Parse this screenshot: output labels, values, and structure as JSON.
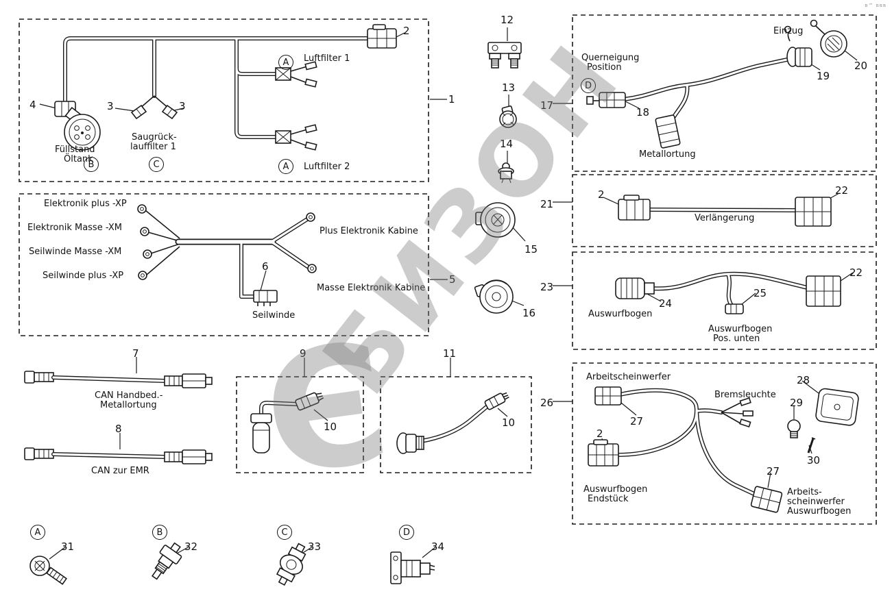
{
  "page": {
    "background": "#ffffff",
    "line_color": "#1a1a1a"
  },
  "watermark": {
    "text": "БИЗОН",
    "logo_glyph": "Є",
    "color": "#787878"
  },
  "corner_mark": "в™ ввв",
  "harness1": {
    "callout": "1",
    "n2": "2",
    "n3a": "3",
    "n3b": "3",
    "n4": "4",
    "circle_a1": "A",
    "circle_a2": "A",
    "circle_b": "B",
    "circle_c": "C",
    "luftfilter1": "Luftfilter 1",
    "luftfilter2": "Luftfilter 2",
    "fuellstand_line1": "Füllstand",
    "fuellstand_line2": "Öltank",
    "saugrueck_line1": "Saugrück-",
    "saugrueck_line2": "lauffilter 1"
  },
  "harness5": {
    "callout": "5",
    "n6": "6",
    "elektronik_plus": "Elektronik plus -XP",
    "elektronik_masse": "Elektronik Masse -XM",
    "seilwinde_masse": "Seilwinde Masse -XM",
    "seilwinde_plus": "Seilwinde plus -XP",
    "plus_kabine": "Plus Elektronik Kabine",
    "masse_kabine": "Masse Elektronik Kabine",
    "seilwinde": "Seilwinde"
  },
  "cable7": {
    "callout": "7",
    "label_line1": "CAN Handbed.-",
    "label_line2": "Metallortung"
  },
  "cable8": {
    "callout": "8",
    "label": "CAN zur EMR"
  },
  "box9": {
    "callout": "9",
    "n10": "10"
  },
  "box11": {
    "callout": "11",
    "n10": "10"
  },
  "mid": {
    "n12": "12",
    "n13": "13",
    "n14": "14",
    "n15": "15",
    "n16": "16"
  },
  "box17": {
    "callout": "17",
    "n18": "18",
    "n19": "19",
    "n20": "20",
    "circle_d": "D",
    "querneigung_line1": "Querneigung",
    "querneigung_line2": "Position",
    "einzug": "Einzug",
    "metallortung": "Metallortung"
  },
  "box21": {
    "callout": "21",
    "n2": "2",
    "n22": "22",
    "verlaengerung": "Verlängerung"
  },
  "box23": {
    "callout": "23",
    "n22": "22",
    "n24": "24",
    "n25": "25",
    "auswurfbogen": "Auswurfbogen",
    "pos_unten_line1": "Auswurfbogen",
    "pos_unten_line2": "Pos. unten"
  },
  "box26": {
    "callout": "26",
    "n27a": "27",
    "n27b": "27",
    "n28": "28",
    "n29": "29",
    "n30": "30",
    "n2": "2",
    "arbeitscheinwerfer": "Arbeitscheinwerfer",
    "bremsleuchte": "Bremsleuchte",
    "endstueck_line1": "Auswurfbogen",
    "endstueck_line2": "Endstück",
    "arbeits_line1": "Arbeits-",
    "arbeits_line2": "scheinwerfer",
    "arbeits_line3": "Auswurfbogen"
  },
  "bottom": {
    "circle_a": "A",
    "n31": "31",
    "circle_b": "B",
    "n32": "32",
    "circle_c": "C",
    "n33": "33",
    "circle_d": "D",
    "n34": "34"
  }
}
